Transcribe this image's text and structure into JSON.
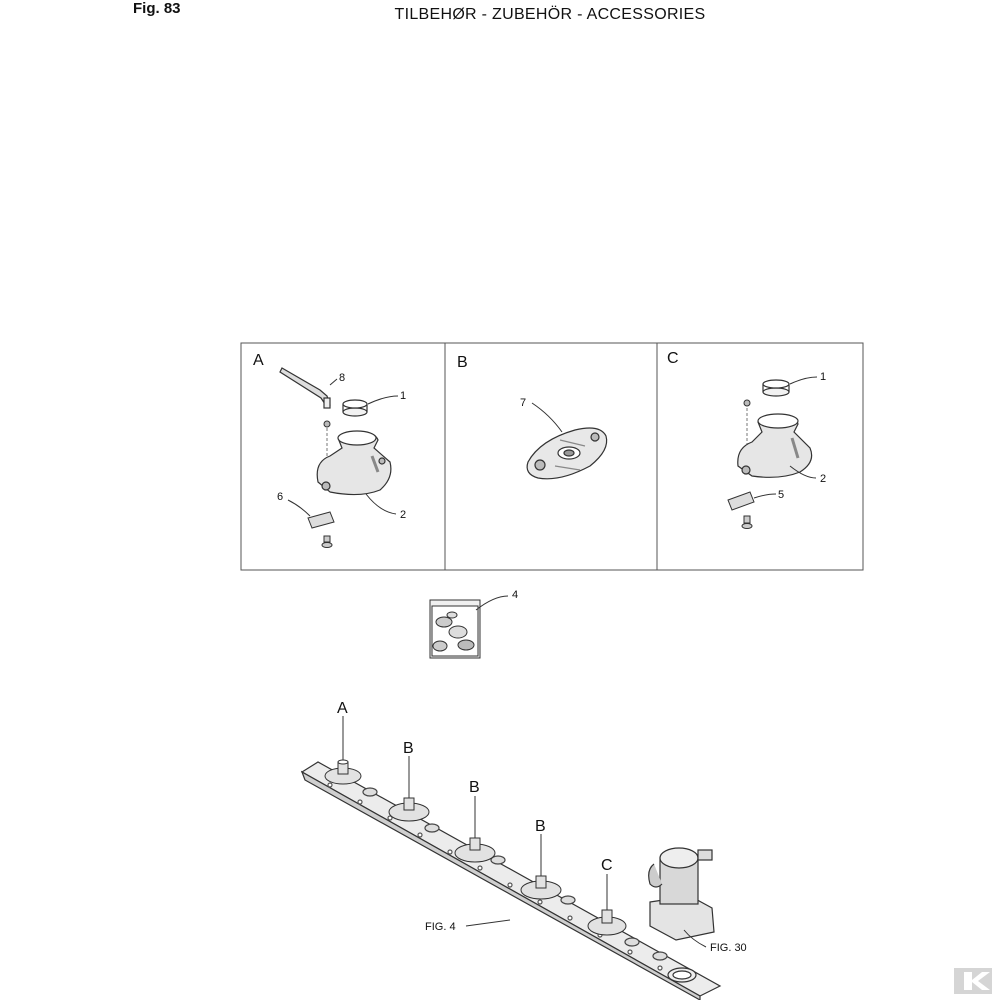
{
  "header": {
    "fig": "Fig. 83",
    "title": "TILBEHØR - ZUBEHÖR - ACCESSORIES"
  },
  "panels": [
    {
      "letter": "A",
      "callouts": [
        "8",
        "1",
        "6",
        "2"
      ]
    },
    {
      "letter": "B",
      "callouts": [
        "7"
      ]
    },
    {
      "letter": "C",
      "callouts": [
        "1",
        "2",
        "5"
      ]
    }
  ],
  "kit_callout": "4",
  "bar": {
    "disc_labels": [
      "A",
      "B",
      "B",
      "B",
      "C"
    ],
    "ref_left": "FIG. 4",
    "ref_right": "FIG. 30"
  },
  "logo": "K"
}
